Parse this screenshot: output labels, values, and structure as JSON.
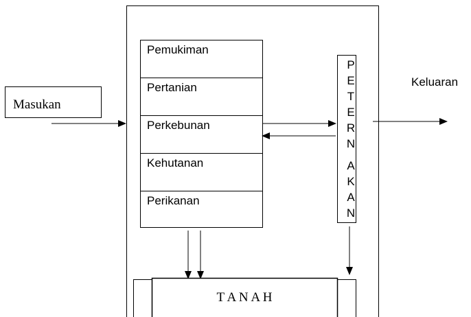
{
  "input_label": "Masukan",
  "output_label": "Keluaran",
  "land_uses": [
    "Pemukiman",
    "Pertanian",
    "Perkebunan",
    "Kehutanan",
    "Perikanan"
  ],
  "livestock_letters": [
    "P",
    "E",
    "T",
    "E",
    "R",
    "N",
    "A",
    "K",
    "A",
    "N"
  ],
  "soil_label": "T A N A H"
}
